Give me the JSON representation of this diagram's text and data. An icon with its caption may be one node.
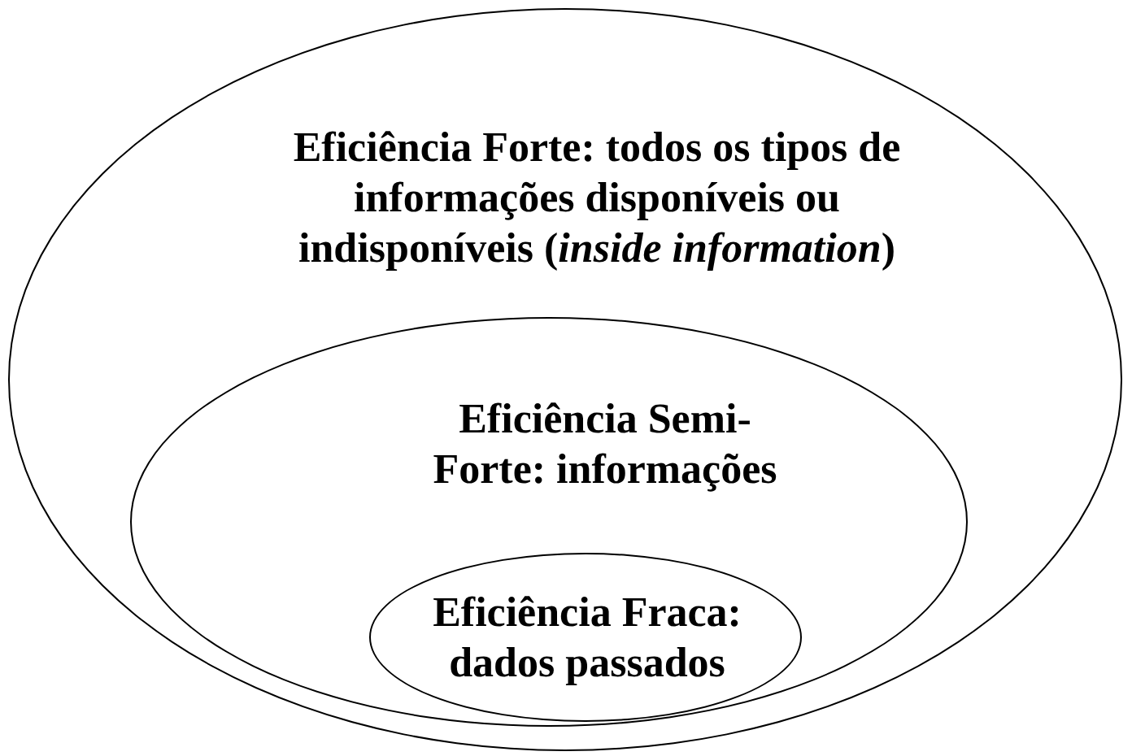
{
  "diagram": {
    "nodes": [
      {
        "text": [
          "Eficiência Forte: todos os tipos de informações disponíveis ou indisponíveis (*inside information*)"
        ]
      },
      {
        "text": [
          "Eficiência Semi- Forte: informações"
        ],
        "in": 0
      },
      {
        "text": [
          "Eficiência Fraca: dados passados"
        ],
        "in": 1
      }
    ]
  }
}
